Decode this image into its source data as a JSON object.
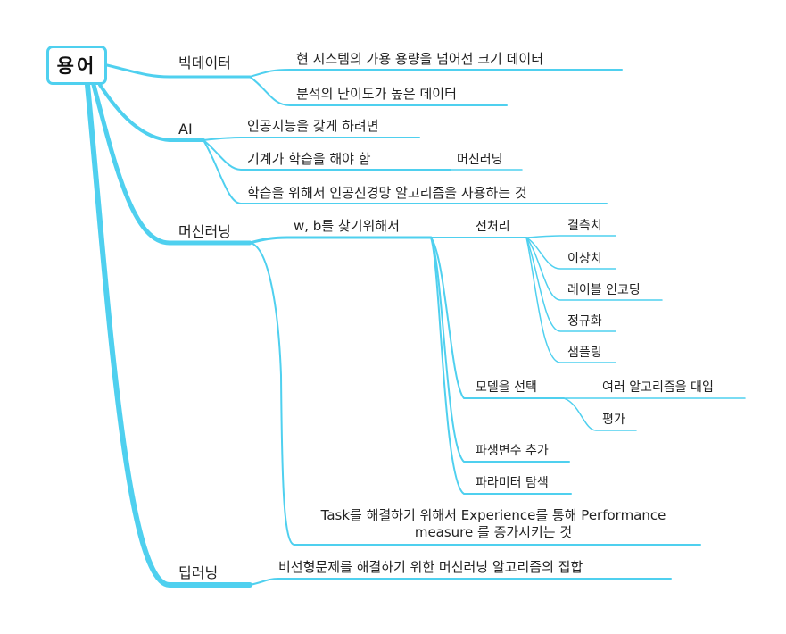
{
  "root": "용어",
  "topics": {
    "bigdata": {
      "label": "빅데이터",
      "children": [
        "현 시스템의 가용 용량을 넘어선 크기 데이터",
        "분석의 난이도가 높은 데이터"
      ]
    },
    "ai": {
      "label": "AI",
      "children": [
        "인공지능을 갖게 하려면",
        "기계가 학습을 해야 함",
        "학습을 위해서 인공신경망 알고리즘을 사용하는 것"
      ],
      "sub": "머신러닝"
    },
    "ml": {
      "label": "머신러닝",
      "wb": "w, b를 찾기위해서",
      "preprocess": {
        "label": "전처리",
        "items": [
          "결측치",
          "이상치",
          "레이블 인코딩",
          "정규화",
          "샘플링"
        ]
      },
      "model": {
        "label": "모델을 선택",
        "items": [
          "여러 알고리즘을 대입",
          "평가"
        ]
      },
      "derived": "파생변수 추가",
      "param": "파라미터 탐색",
      "task_line1": "Task를 해결하기 위해서 Experience를 통해 Performance",
      "task_line2": "measure 를 증가시키는 것"
    },
    "dl": {
      "label": "딥러닝",
      "child": "비선형문제를 해결하기 위한 머신러닝 알고리즘의 집합"
    }
  }
}
